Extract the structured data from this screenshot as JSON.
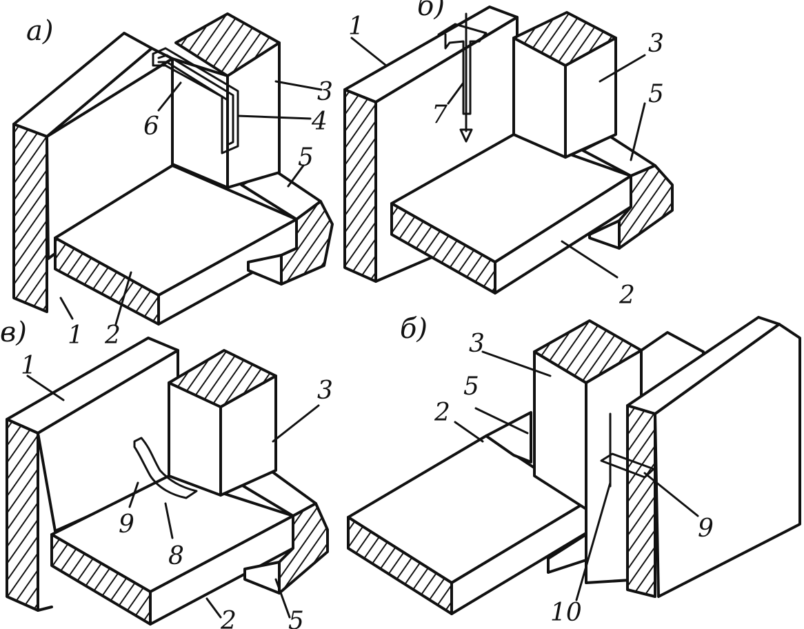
{
  "panels": [
    {
      "id": "a",
      "label": "a)"
    },
    {
      "id": "b",
      "label": "б)"
    },
    {
      "id": "v",
      "label": "в)"
    },
    {
      "id": "g",
      "label": "б)"
    }
  ],
  "callouts": {
    "a": [
      "1",
      "2",
      "3",
      "4",
      "5",
      "6"
    ],
    "b": [
      "1",
      "2",
      "3",
      "5",
      "7"
    ],
    "v": [
      "1",
      "2",
      "3",
      "5",
      "8",
      "9"
    ],
    "g": [
      "2",
      "3",
      "5",
      "9",
      "10"
    ]
  },
  "colors": {
    "ink": "#111111",
    "paper": "#ffffff"
  }
}
